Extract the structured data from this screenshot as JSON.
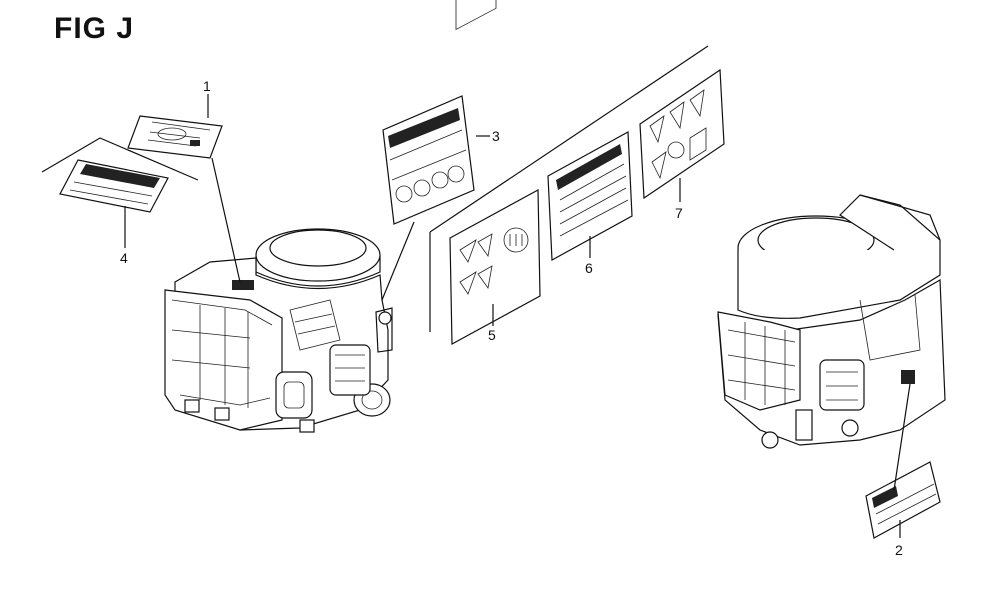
{
  "figure": {
    "title": "FIG J"
  },
  "callouts": [
    {
      "id": "1",
      "label": "1"
    },
    {
      "id": "2",
      "label": "2"
    },
    {
      "id": "3",
      "label": "3"
    },
    {
      "id": "4",
      "label": "4"
    },
    {
      "id": "5",
      "label": "5"
    },
    {
      "id": "6",
      "label": "6"
    },
    {
      "id": "7",
      "label": "7"
    }
  ]
}
